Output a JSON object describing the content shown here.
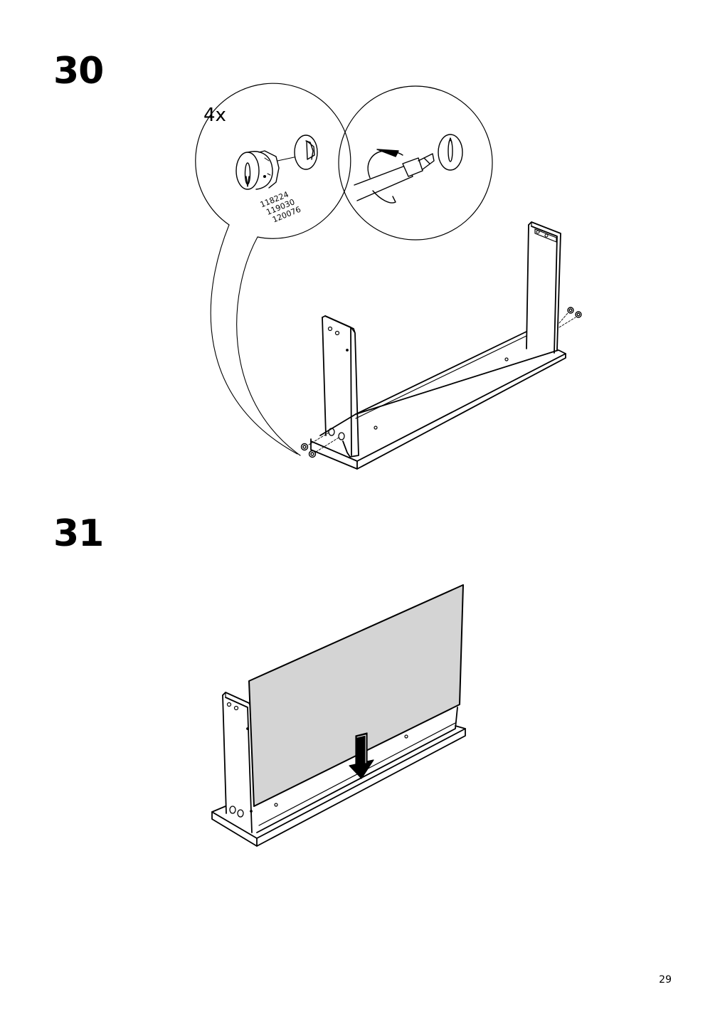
{
  "steps": [
    {
      "number": "30",
      "quantity": "4x",
      "part_numbers": [
        "118224",
        "119030",
        "120076"
      ]
    },
    {
      "number": "31"
    }
  ],
  "page": {
    "number": "29"
  },
  "colors": {
    "line": "#000000",
    "panel_fill": "#d4d4d4",
    "background": "#ffffff"
  }
}
